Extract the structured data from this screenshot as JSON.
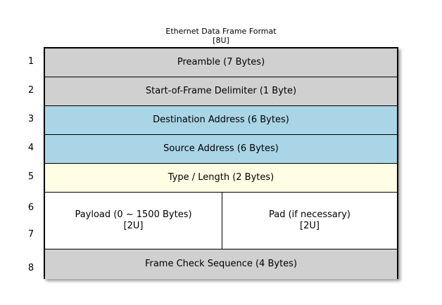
{
  "diagram": {
    "title": "Ethernet Data Frame Format",
    "subtitle": "[8U]",
    "colors": {
      "gray": "#d0d0d0",
      "blue": "#a9d5e6",
      "yellow": "#fffde3",
      "white": "#ffffff",
      "border": "#000000"
    },
    "row_indices": [
      "1",
      "2",
      "3",
      "4",
      "5",
      "6",
      "7",
      "8"
    ],
    "rows": [
      {
        "index": "1",
        "label": "Preamble (7 Bytes)",
        "fill": "gray"
      },
      {
        "index": "2",
        "label": "Start-of-Frame Delimiter (1 Byte)",
        "fill": "gray"
      },
      {
        "index": "3",
        "label": "Destination Address (6 Bytes)",
        "fill": "blue"
      },
      {
        "index": "4",
        "label": "Source Address (6 Bytes)",
        "fill": "blue"
      },
      {
        "index": "5",
        "label": "Type / Length (2 Bytes)",
        "fill": "yellow"
      },
      {
        "index": "6-7",
        "fill": "white",
        "split": true,
        "cells": [
          {
            "label": "Payload (0 ~ 1500 Bytes)",
            "sub": "[2U]"
          },
          {
            "label": "Pad (if necessary)",
            "sub": "[2U]"
          }
        ]
      },
      {
        "index": "8",
        "label": "Frame Check Sequence (4 Bytes)",
        "fill": "gray"
      }
    ]
  }
}
